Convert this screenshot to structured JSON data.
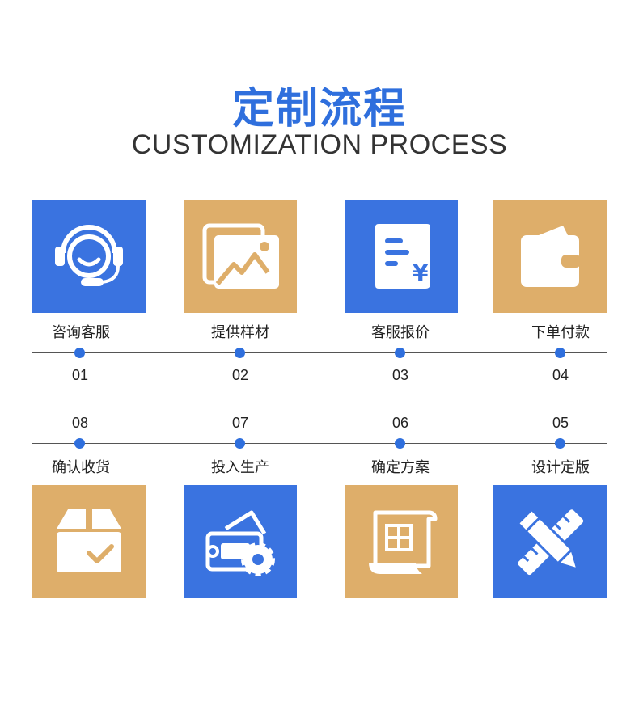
{
  "header": {
    "title": "定制流程",
    "subtitle": "CUSTOMIZATION PROCESS"
  },
  "colors": {
    "blue": "#3a73e0",
    "gold": "#deae6a",
    "title": "#2f6fdd"
  },
  "steps": [
    {
      "number": "01",
      "label": "咨询客服",
      "icon": "headset-icon",
      "color": "blue"
    },
    {
      "number": "02",
      "label": "提供样材",
      "icon": "image-gallery-icon",
      "color": "gold"
    },
    {
      "number": "03",
      "label": "客服报价",
      "icon": "price-document-icon",
      "color": "blue"
    },
    {
      "number": "04",
      "label": "下单付款",
      "icon": "wallet-icon",
      "color": "gold"
    },
    {
      "number": "05",
      "label": "设计定版",
      "icon": "pencil-ruler-icon",
      "color": "blue"
    },
    {
      "number": "06",
      "label": "确定方案",
      "icon": "blueprint-scroll-icon",
      "color": "gold"
    },
    {
      "number": "07",
      "label": "投入生产",
      "icon": "production-gear-icon",
      "color": "blue"
    },
    {
      "number": "08",
      "label": "确认收货",
      "icon": "box-check-icon",
      "color": "gold"
    }
  ]
}
